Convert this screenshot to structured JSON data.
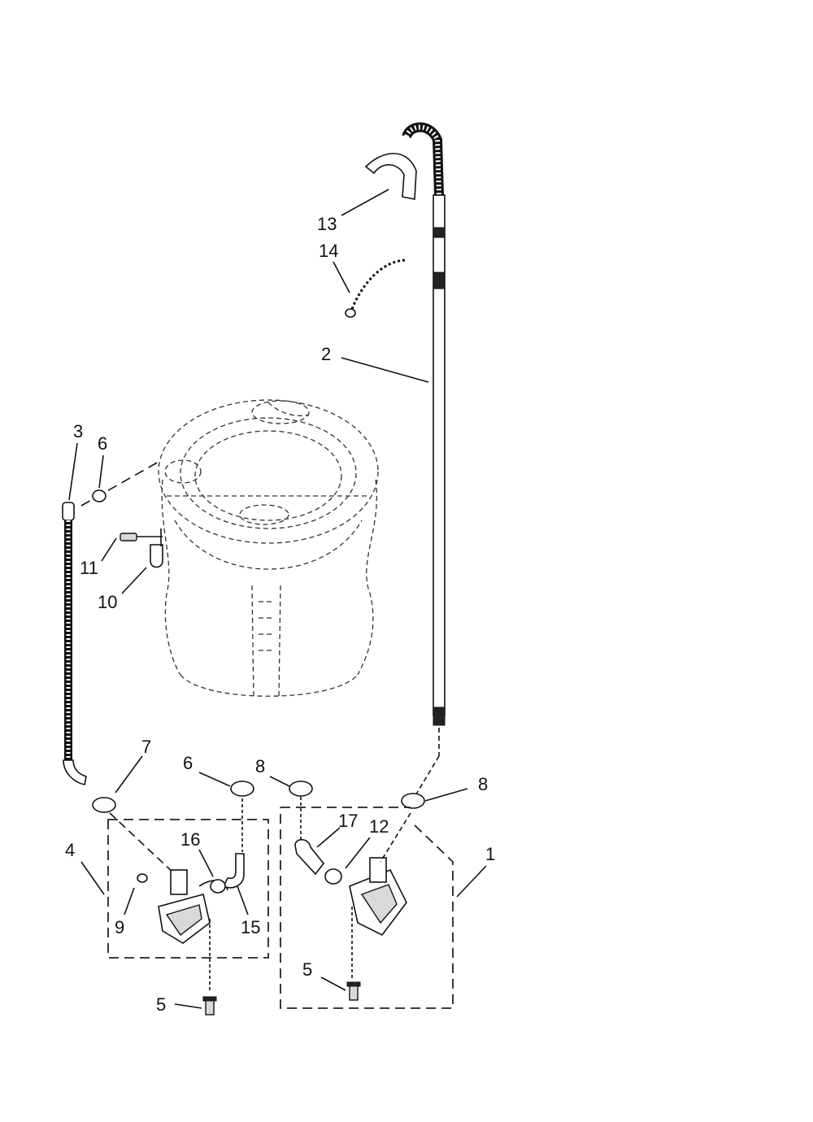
{
  "callouts": [
    {
      "id": "c13",
      "text": "13"
    },
    {
      "id": "c14",
      "text": "14"
    },
    {
      "id": "c2",
      "text": "2"
    },
    {
      "id": "c3",
      "text": "3"
    },
    {
      "id": "c6a",
      "text": "6"
    },
    {
      "id": "c11",
      "text": "11"
    },
    {
      "id": "c10",
      "text": "10"
    },
    {
      "id": "c7",
      "text": "7"
    },
    {
      "id": "c6b",
      "text": "6"
    },
    {
      "id": "c8a",
      "text": "8"
    },
    {
      "id": "c8b",
      "text": "8"
    },
    {
      "id": "c4",
      "text": "4"
    },
    {
      "id": "c16",
      "text": "16"
    },
    {
      "id": "c9",
      "text": "9"
    },
    {
      "id": "c15",
      "text": "15"
    },
    {
      "id": "c17",
      "text": "17"
    },
    {
      "id": "c12",
      "text": "12"
    },
    {
      "id": "c1",
      "text": "1"
    },
    {
      "id": "c5a",
      "text": "5"
    },
    {
      "id": "c5b",
      "text": "5"
    }
  ]
}
